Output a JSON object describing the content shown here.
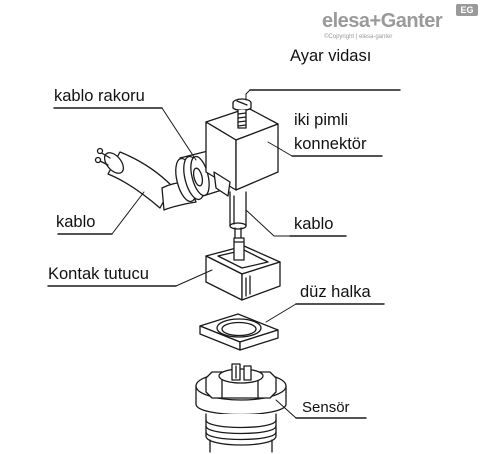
{
  "brand": {
    "name": "elesa+Ganter",
    "badge": "EG",
    "copyright": "©Copyright | elesa-ganter"
  },
  "labels": {
    "adjusting_screw": "Ayar vidası",
    "cable_gland": "kablo rakoru",
    "two_pin_connector_line1": "iki pimli",
    "two_pin_connector_line2": "konnektör",
    "cable_left": "kablo",
    "cable_right": "kablo",
    "contact_holder": "Kontak tutucu",
    "flat_ring": "düz halka",
    "sensor": "Sensör"
  }
}
